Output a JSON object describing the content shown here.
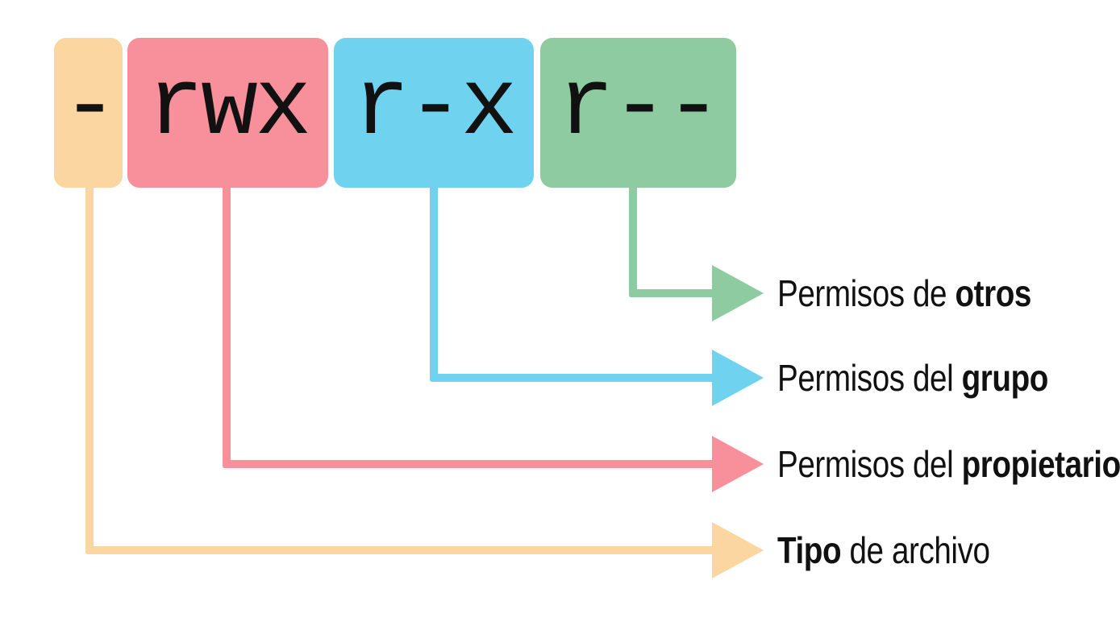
{
  "diagram": {
    "topic": "unix-file-permissions",
    "permission_string": "-rwxr-xr--",
    "text_color": "#111111",
    "segments": [
      {
        "key": "file_type",
        "chars": "-",
        "color": "#FBD6A0",
        "label": {
          "prefix": "",
          "bold": "Tipo",
          "suffix": " de archivo"
        }
      },
      {
        "key": "owner",
        "chars": "rwx",
        "color": "#F7909A",
        "label": {
          "prefix": "Permisos del ",
          "bold": "propietario",
          "suffix": ""
        }
      },
      {
        "key": "group",
        "chars": "r-x",
        "color": "#6FD2EE",
        "label": {
          "prefix": "Permisos del ",
          "bold": "grupo",
          "suffix": ""
        }
      },
      {
        "key": "others",
        "chars": "r--",
        "color": "#8FCBA0",
        "label": {
          "prefix": "Permisos de ",
          "bold": "otros",
          "suffix": ""
        }
      }
    ]
  }
}
